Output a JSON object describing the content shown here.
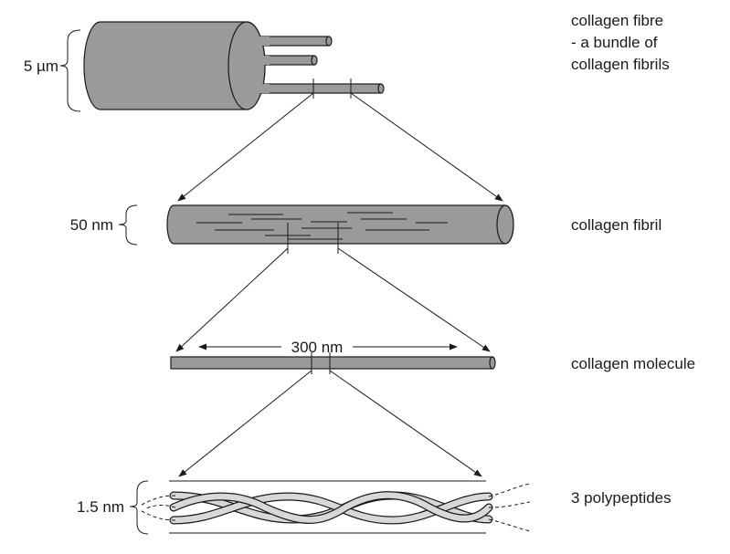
{
  "levels": [
    {
      "scale": "5 µm",
      "label_line1": "collagen fibre",
      "label_line2": "- a bundle of",
      "label_line3": "collagen fibrils"
    },
    {
      "scale": "50 nm",
      "label_line1": "collagen fibril"
    },
    {
      "scale": "300 nm",
      "label_line1": "collagen molecule"
    },
    {
      "scale": "1.5 nm",
      "label_line1": "3 polypeptides"
    }
  ],
  "colors": {
    "fill": "#9a9a9a",
    "stroke": "#1a1a1a",
    "strand_light": "#d8d8d8"
  }
}
